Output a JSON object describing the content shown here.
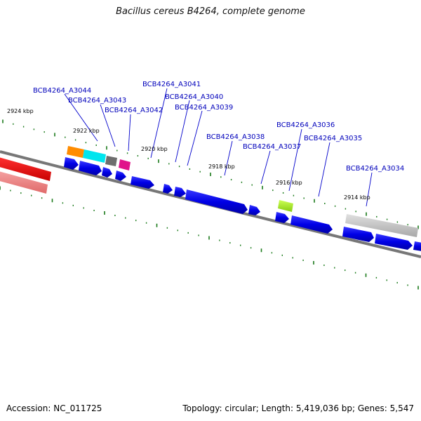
{
  "title": "Bacillus cereus B4264, complete genome",
  "footer": {
    "accession": "Accession: NC_011725",
    "summary": "Topology: circular; Length: 5,419,036 bp; Genes: 5,547"
  },
  "colors": {
    "backbone": "#777777",
    "gene_blue": "#0000e6",
    "tick": "#1a7a1a",
    "label": "#0000bb"
  },
  "kbp_ticks": [
    {
      "label": "2924 kbp"
    },
    {
      "label": "2922 kbp"
    },
    {
      "label": "2920 kbp"
    },
    {
      "label": "2918 kbp"
    },
    {
      "label": "2916 kbp"
    },
    {
      "label": "2914 kbp"
    }
  ],
  "gene_labels": [
    {
      "text": "BCB4264_A3044"
    },
    {
      "text": "BCB4264_A3043"
    },
    {
      "text": "BCB4264_A3042"
    },
    {
      "text": "BCB4264_A3041"
    },
    {
      "text": "BCB4264_A3040"
    },
    {
      "text": "BCB4264_A3039"
    },
    {
      "text": "BCB4264_A3038"
    },
    {
      "text": "BCB4264_A3037"
    },
    {
      "text": "BCB4264_A3036"
    },
    {
      "text": "BCB4264_A3035"
    },
    {
      "text": "BCB4264_A3034"
    }
  ]
}
